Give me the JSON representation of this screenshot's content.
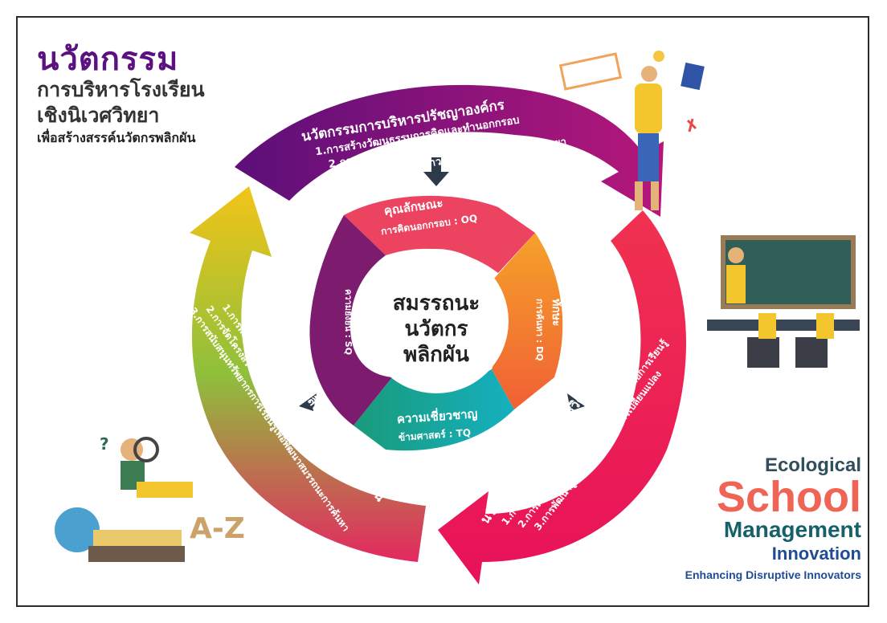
{
  "title": {
    "line1": "นวัตกรรม",
    "line2": "การบริหารโรงเรียน",
    "line3": "เชิงนิเวศวิทยา",
    "line4": "เพื่อสร้างสรรค์นวัตกรพลิกผัน"
  },
  "arrows": {
    "top": {
      "heading": "นวัตกรรมการบริหารปรัชญาองค์กร",
      "items": [
        "1.การสร้างวัฒนธรรมการคิดและทำนอกกรอบ",
        "2.การสร้างความผูกพันกับ MTP",
        "3.การใช้ประโยชน์ภาวะผู้นำแบบรวมเชิงนิเวศวิทยา"
      ]
    },
    "right": {
      "heading": "นวัตกรรมการบริหารสิ่งมีชีวิตในโรงเรียน",
      "items": [
        "1.การสร้างผู้เรียนผู้ริเริ่ม",
        "2.การเปลี่ยนบทบาทครูให้เป็นโค้ชและผู้อำนวยการเรียนรู้",
        "3.การพัฒนาผู้บริหารให้เป็นผู้นำการเปลี่ยนแปลง"
      ]
    },
    "left": {
      "heading": "นวัตกรรมการบริหารสิ่งไม่มีชีวิตในโรงเรียน",
      "items": [
        "1.การพัฒนาหลักสูตรฐานสมรรถนะการค้นหา",
        "2.การจัดโครงสร้างองค์กรโรงเรียนแบบมีชีวิต",
        "3.การสนับสนุนทรัพยากรการเรียนรู้เพื่อพัฒนาสมรรถนะการค้นหา"
      ]
    }
  },
  "inner": {
    "oq": {
      "line1": "คุณลักษณะ",
      "line2": "การคิดนอกกรอบ : OQ"
    },
    "dq": {
      "line1": "ทักษะ",
      "line2": "การค้นหา : DQ"
    },
    "tq": {
      "line1": "ความเชี่ยวชาญ",
      "line2": "ข้ามศาสตร์ : TQ"
    },
    "sq": {
      "line1": "ค่านิยม",
      "line2": "ความยั่งยืน : SQ"
    }
  },
  "center": {
    "line1": "สมรรถนะ",
    "line2": "นวัตกร",
    "line3": "พลิกผัน"
  },
  "brand": {
    "line1": "Ecological",
    "line2": "School",
    "line3": "Management",
    "line4": "Innovation",
    "line5": "Enhancing Disruptive Innovators"
  },
  "colors": {
    "title_purple": "#5b1180",
    "top_arrow": "#7a1276",
    "right_arrow": "#ee2a55",
    "left_arrow_top": "#f2c418",
    "left_arrow_bottom": "#e42860",
    "brand_coral": "#ef6454",
    "brand_teal": "#16606a",
    "brand_blue": "#1f4c94"
  },
  "icons": [
    "down-arrow-icon",
    "left-connector-arrow-icon",
    "right-connector-arrow-icon"
  ]
}
